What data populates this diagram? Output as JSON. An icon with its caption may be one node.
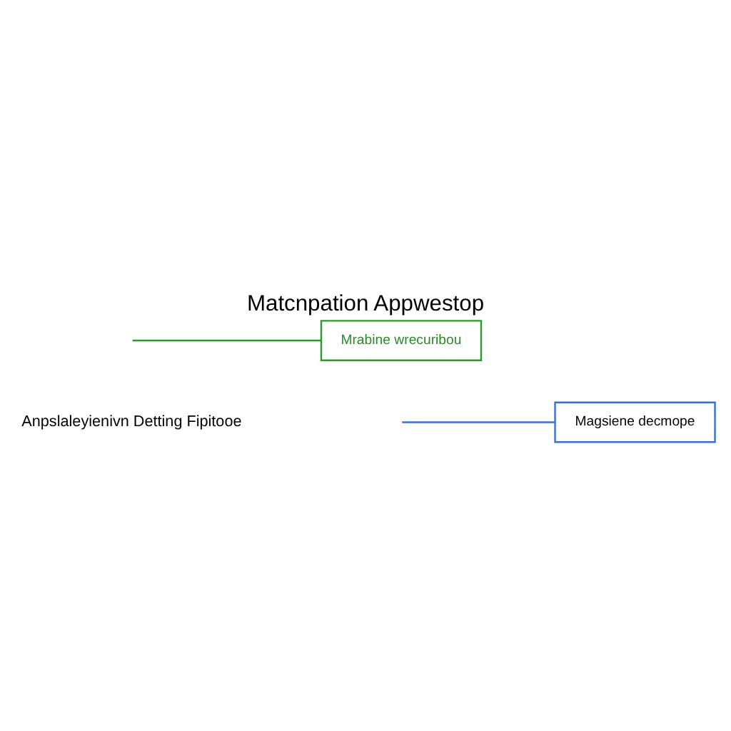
{
  "diagram": {
    "title": "Matcnpation Appwestop",
    "nodes": [
      {
        "text": [
          "Magsiene decmope"
        ]
      },
      {
        "text": [
          "Mrabine wrecuribou"
        ]
      }
    ],
    "edges": [
      {
        "from": null,
        "to": 0,
        "arrow": "none",
        "color": "#3a70d0"
      },
      {
        "from": null,
        "to": 1,
        "arrow": "none",
        "color": "#2a9a2a"
      }
    ],
    "labels": [
      "Anpslaleyienivn Detting Fipitooe"
    ]
  }
}
